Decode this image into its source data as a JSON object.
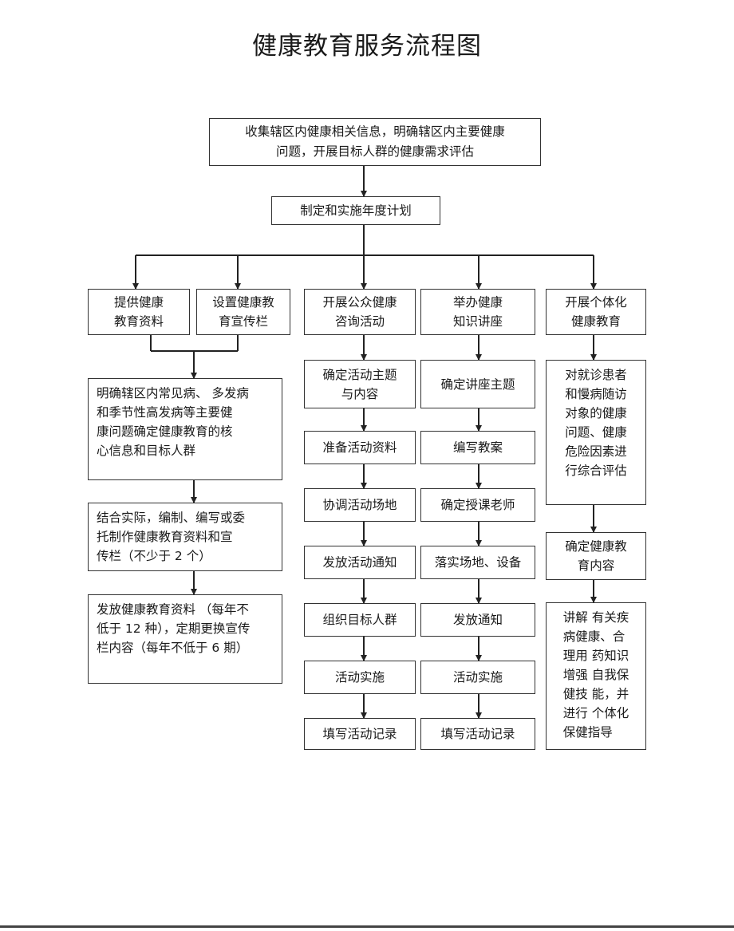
{
  "title": "健康教育服务流程图",
  "nodes": {
    "collect": "收集辖区内健康相关信息，明确辖区内主要健康\n问题，开展目标人群的健康需求评估",
    "plan": "制定和实施年度计划",
    "col1": {
      "provide": "提供健康\n教育资料",
      "board": "设置健康教\n育宣传栏",
      "identify": "明确辖区内常见病、 多发病\n和季节性高发病等主要健\n康问题确定健康教育的核\n心信息和目标人群",
      "compile": "结合实际，编制、编写或委\n托制作健康教育资料和宣\n传栏（不少于 2 个）",
      "distribute": "发放健康教育资料 （每年不\n低于 12 种），定期更换宣传\n栏内容（每年不低于 6 期）"
    },
    "col2": {
      "head": "开展公众健康\n咨询活动",
      "steps": [
        "确定活动主题\n与内容",
        "准备活动资料",
        "协调活动场地",
        "发放活动通知",
        "组织目标人群",
        "活动实施",
        "填写活动记录"
      ]
    },
    "col3": {
      "head": "举办健康\n知识讲座",
      "steps": [
        "确定讲座主题",
        "编写教案",
        "确定授课老师",
        "落实场地、设备",
        "发放通知",
        "活动实施",
        "填写活动记录"
      ]
    },
    "col4": {
      "head": "开展个体化\n健康教育",
      "assess": "对就诊患者\n和慢病随访\n对象的健康\n问题、健康\n危险因素进\n行综合评估",
      "content": "确定健康教\n育内容",
      "guide": "讲解 有关疾\n病健康、合\n理用 药知识\n增强 自我保\n健技 能，并\n进行 个体化\n保健指导"
    }
  }
}
